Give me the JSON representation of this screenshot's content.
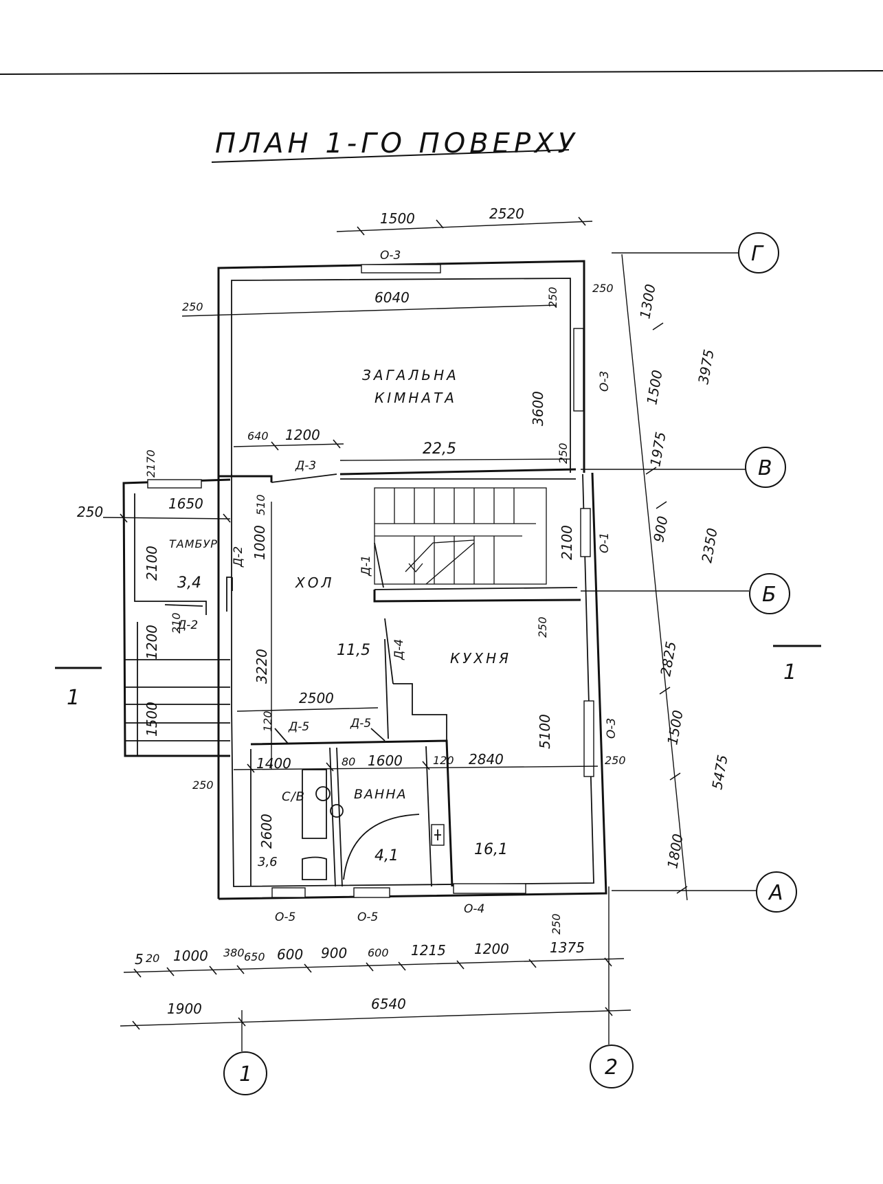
{
  "title": "ПЛАН 1-ГО ПОВЕРХУ",
  "rooms": {
    "living": "ЗАГАЛЬНА",
    "living2": "КІМНАТА",
    "vestibule": "ТАМБУР",
    "hall": "ХОЛ",
    "kitchen": "КУХНЯ",
    "wc": "С/В",
    "bath": "ВАННА"
  },
  "areas": {
    "living": "22,5",
    "vestibule": "3,4",
    "hall": "11,5",
    "wc": "3,6",
    "bath": "4,1",
    "kitchen": "16,1"
  },
  "axes": {
    "g": "Г",
    "v": "В",
    "b": "Б",
    "a": "А",
    "one": "1",
    "two": "2"
  },
  "section_mark": "1",
  "openings": {
    "o3_top": "О-3",
    "o3_right": "О-3",
    "o1_right": "О-1",
    "o3_kitchen": "О-3",
    "o5_wc": "О-5",
    "o5_bath": "О-5",
    "o4_kitchen": "О-4",
    "d3": "Д-3",
    "d2_a": "Д-2",
    "d2_b": "Д-2",
    "d1": "Д-1",
    "d4": "Д-4",
    "d5_a": "Д-5",
    "d5_b": "Д-5"
  },
  "dimensions": {
    "top_1500": "1500",
    "top_2520": "2520",
    "w6040": "6040",
    "w250_l": "250",
    "w250_tr": "250",
    "w250_r": "250",
    "h3600": "3600",
    "w640": "640",
    "w1200_door": "1200",
    "w250_mid": "250",
    "r1300": "1300",
    "r1500": "1500",
    "r3975": "3975",
    "r1975": "1975",
    "r900": "900",
    "r2350": "2350",
    "r2825": "2825",
    "r1500b": "1500",
    "r5475": "5475",
    "r1800": "1800",
    "r250_a": "250",
    "h2100_stair": "2100",
    "w250_hall": "250",
    "h5100": "5100",
    "w2170": "2170",
    "w250_porch": "250",
    "w1650": "1650",
    "h2100_porch": "2100",
    "h1000": "1000",
    "w510": "510",
    "h3220": "3220",
    "h1200_porch": "1200",
    "h1500_porch": "1500",
    "w210": "210",
    "w2500": "2500",
    "w120_a": "120",
    "w1400": "1400",
    "w80": "80",
    "w1600": "1600",
    "w120_b": "120",
    "w2840": "2840",
    "w250_bl": "250",
    "h2600": "2600",
    "w250_br": "250",
    "b_5": "5",
    "b_20": "20",
    "b_1000": "1000",
    "b_380": "380",
    "b_650": "650",
    "b_600a": "600",
    "b_900": "900",
    "b_600b": "600",
    "b_1215": "1215",
    "b_1200": "1200",
    "b_1375": "1375",
    "b_1900": "1900",
    "b_6540": "6540"
  }
}
